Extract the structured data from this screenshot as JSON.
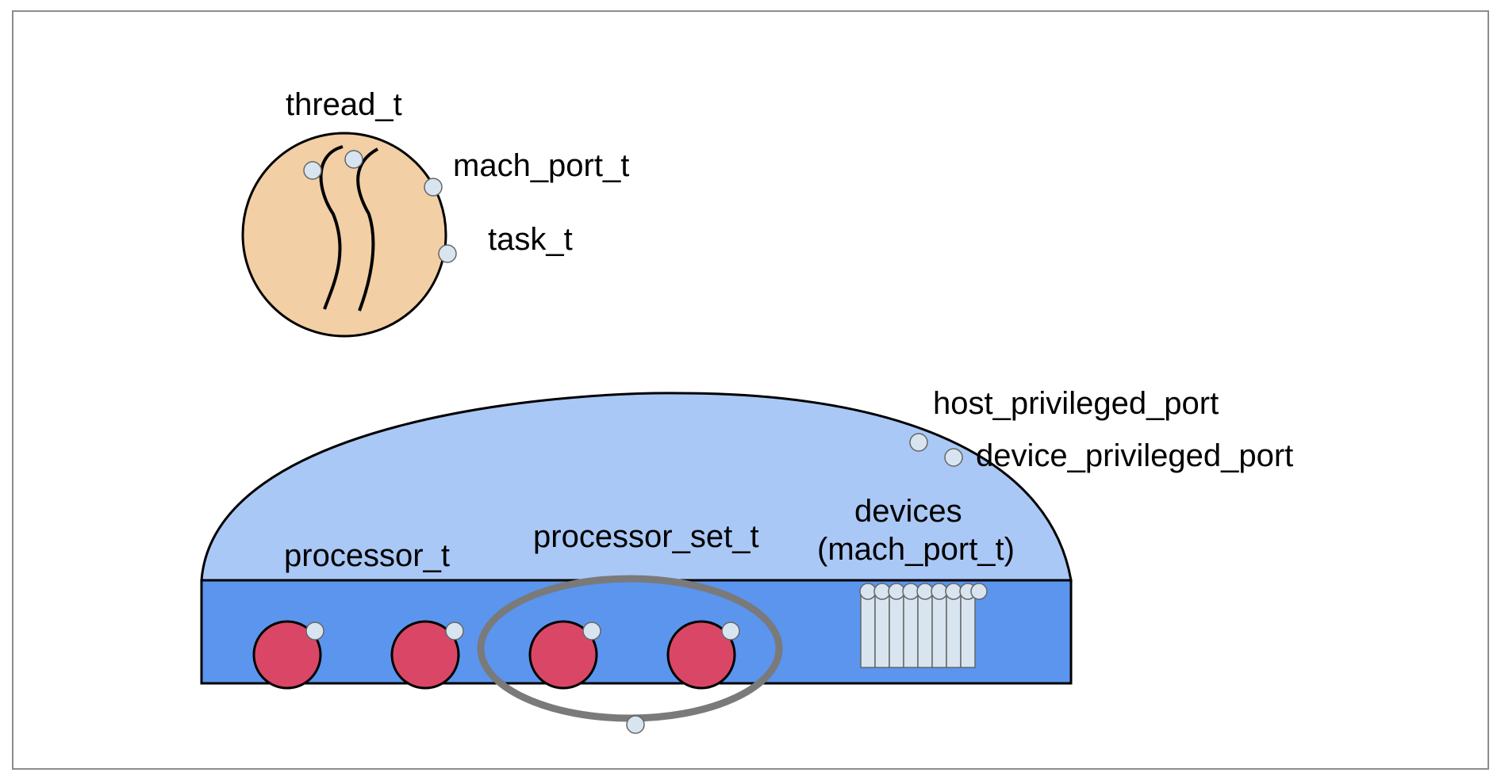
{
  "task": {
    "thread_label": "thread_t",
    "mach_port_label": "mach_port_t",
    "task_label": "task_t"
  },
  "host": {
    "host_privileged_port_label": "host_privileged_port",
    "device_privileged_port_label": "device_privileged_port",
    "processor_label": "processor_t",
    "processor_set_label": "processor_set_t",
    "devices_label_line1": "devices",
    "devices_label_line2": "(mach_port_t)"
  },
  "colors": {
    "task_fill": "#f2cfa4",
    "dome_fill": "#aac8f5",
    "band_fill": "#5b95ee",
    "processor_fill": "#da4766",
    "port_fill": "#d8e5f0",
    "set_ring": "#7a7a7a",
    "frame": "#8c8c8c"
  }
}
